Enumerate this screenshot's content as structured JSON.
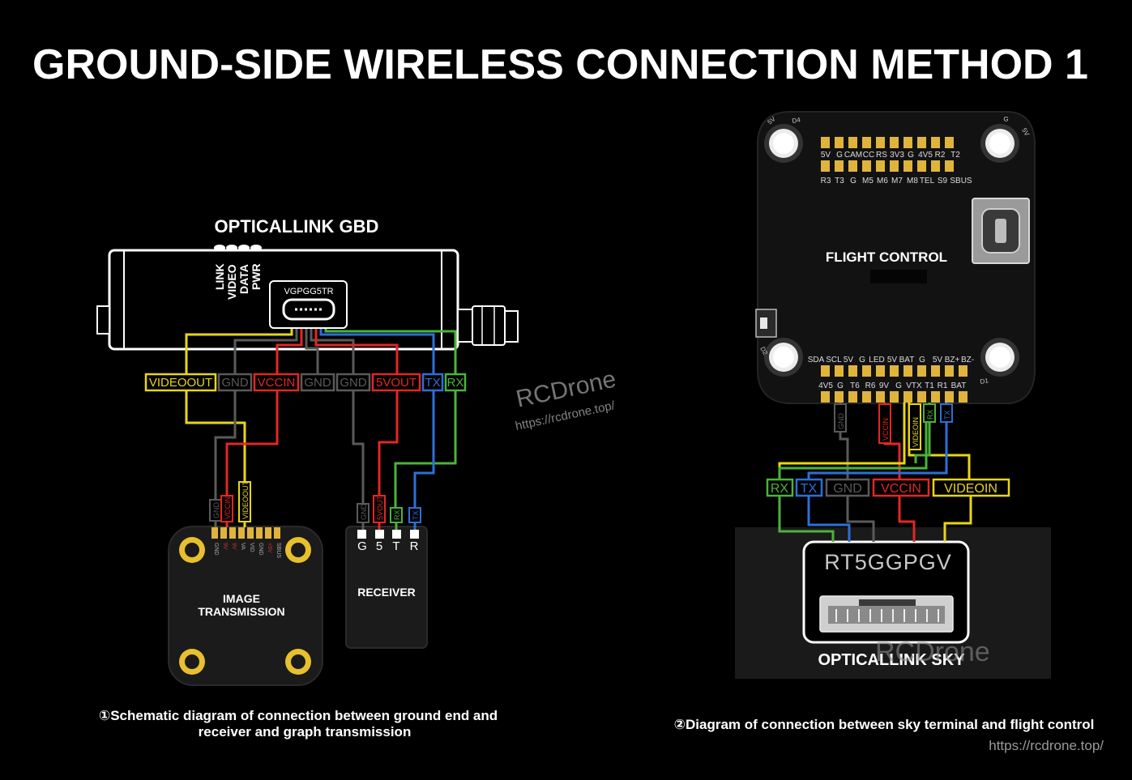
{
  "title": "GROUND-SIDE WIRELESS CONNECTION METHOD 1",
  "colors": {
    "yellow": "#e8d614",
    "red": "#e32626",
    "gray": "#5a5a5a",
    "blue": "#2d6fd8",
    "green": "#4bb33a",
    "pad": "#e0b43c"
  },
  "left": {
    "device_label": "OPTICALLINK GBD",
    "leds": [
      "LINK",
      "VIDEO",
      "DATA",
      "PWR"
    ],
    "connector_label": "VGPGG5TR",
    "pin_labels": [
      "VIDEOOUT",
      "GND",
      "VCCIN",
      "GND",
      "GND",
      "5VOUT",
      "TX",
      "RX"
    ],
    "vtx_pins": [
      "GND",
      "VCCIN",
      "VIDEOOUT"
    ],
    "vtx_pad_text": [
      "GND",
      "9V",
      "9V",
      "VA",
      "VID",
      "GND",
      "+5V",
      "SBUS"
    ],
    "vtx_label_1": "IMAGE",
    "vtx_label_2": "TRANSMISSION",
    "rx_pins": [
      "GND",
      "5VOUT",
      "RX",
      "TX"
    ],
    "rx_pad_letters": [
      "G",
      "5",
      "T",
      "R"
    ],
    "rx_label": "RECEIVER",
    "caption_1": "①Schematic diagram of connection between ground end and",
    "caption_2": "receiver and graph transmission"
  },
  "right": {
    "fc_label": "FLIGHT CONTROL",
    "fc_top_row_1": [
      "5V",
      "G",
      "CAM",
      "CC",
      "RS",
      "3V3",
      "G",
      "4V5",
      "R2",
      "T2"
    ],
    "fc_top_row_2": [
      "R3",
      "T3",
      "G",
      "M5",
      "M6",
      "M7",
      "M8",
      "TEL",
      "S9",
      "SBUS"
    ],
    "fc_bottom_row_1": [
      "SDA",
      "SCL",
      "5V",
      "G",
      "LED",
      "5V",
      "BAT",
      "G",
      "5V",
      "BZ+",
      "BZ-"
    ],
    "fc_bottom_row_2": [
      "4V5",
      "G",
      "T6",
      "R6",
      "9V",
      "G",
      "VTX",
      "T1",
      "R1",
      "BAT"
    ],
    "fc_corner_marks": [
      "D4",
      "5V",
      "G",
      "5V",
      "D1",
      "D2"
    ],
    "fc_wire_pins": [
      "GND",
      "VCCIN",
      "VIDEOIN",
      "RX",
      "TX"
    ],
    "sky_pin_labels": [
      "RX",
      "TX",
      "GND",
      "VCCIN",
      "VIDEOIN"
    ],
    "sky_connector_label": "RT5GGPGV",
    "sky_label": "OPTICALLINK SKY",
    "caption": "②Diagram of connection between sky terminal and flight control"
  },
  "watermarks": [
    "RCDrone",
    "https://rcdrone.top/",
    "RCDrone",
    "https://rcdrone.top/"
  ]
}
